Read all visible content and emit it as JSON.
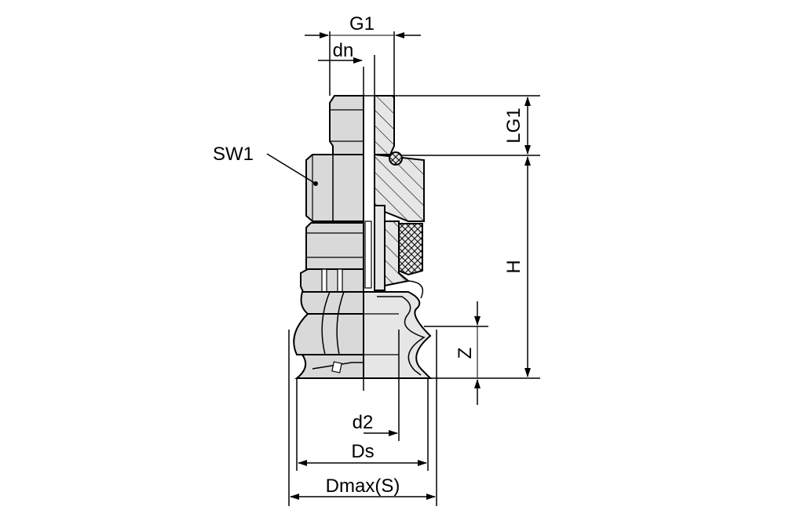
{
  "drawing": {
    "labels": {
      "g1": "G1",
      "dn": "dn",
      "sw1": "SW1",
      "lg1": "LG1",
      "h": "H",
      "z": "Z",
      "d2": "d2",
      "ds": "Ds",
      "dmax": "Dmax(S)"
    },
    "colors": {
      "part_fill": "#d9d9d9",
      "section_fill": "#e6e6e6",
      "outline": "#000000",
      "background": "#ffffff"
    }
  }
}
